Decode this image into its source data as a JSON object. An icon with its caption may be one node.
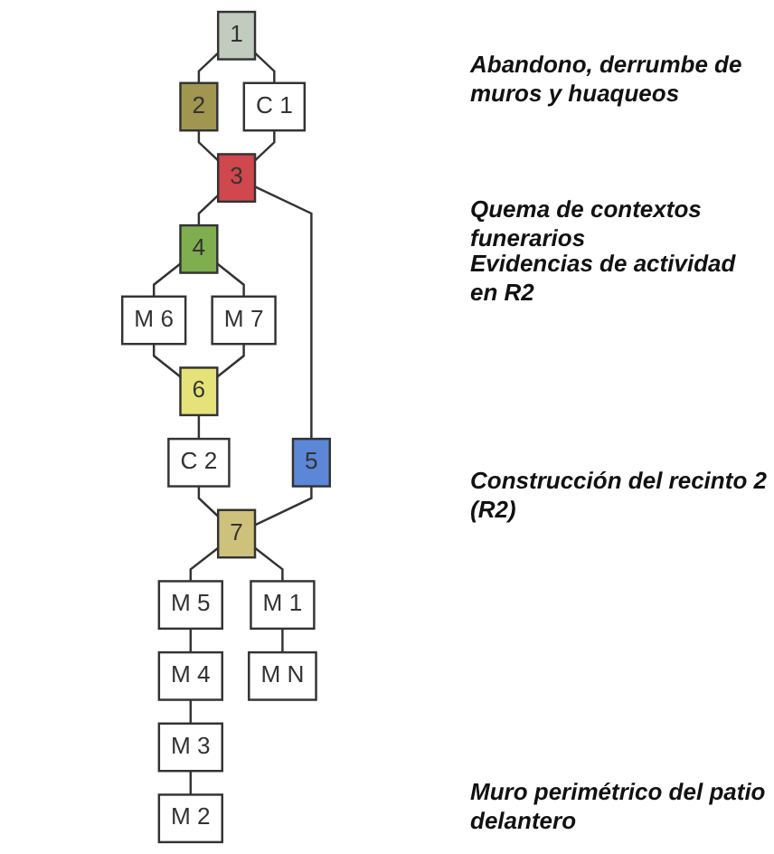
{
  "diagram": {
    "nodes": [
      {
        "text": [
          "1"
        ]
      },
      {
        "text": [
          "C 1"
        ]
      },
      {
        "text": [
          "2"
        ]
      },
      {
        "text": [
          "3"
        ]
      },
      {
        "text": [
          "4"
        ]
      },
      {
        "text": [
          "5"
        ]
      },
      {
        "text": [
          "M 6"
        ]
      },
      {
        "text": [
          "M 7"
        ]
      },
      {
        "text": [
          "6"
        ]
      },
      {
        "text": [
          "C 2"
        ]
      },
      {
        "text": [
          "7"
        ]
      },
      {
        "text": [
          "M 5"
        ]
      },
      {
        "text": [
          "M 4"
        ]
      },
      {
        "text": [
          "M 3"
        ]
      },
      {
        "text": [
          "M 2"
        ]
      },
      {
        "text": [
          "M 1"
        ]
      },
      {
        "text": [
          "M N"
        ]
      }
    ],
    "edges": [
      {
        "from": 0,
        "to": 1,
        "arrow": "none"
      },
      {
        "from": 0,
        "to": 2,
        "arrow": "none"
      },
      {
        "from": 2,
        "to": 3,
        "arrow": "none"
      },
      {
        "from": 1,
        "to": 3,
        "arrow": "none"
      },
      {
        "from": 3,
        "to": 4,
        "arrow": "none"
      },
      {
        "from": 3,
        "to": 5,
        "arrow": "none"
      },
      {
        "from": 4,
        "to": 6,
        "arrow": "none"
      },
      {
        "from": 4,
        "to": 7,
        "arrow": "none"
      },
      {
        "from": 6,
        "to": 8,
        "arrow": "none"
      },
      {
        "from": 7,
        "to": 8,
        "arrow": "none"
      },
      {
        "from": 8,
        "to": 9,
        "arrow": "none"
      },
      {
        "from": 9,
        "to": 10,
        "arrow": "none"
      },
      {
        "from": 5,
        "to": 10,
        "arrow": "none"
      },
      {
        "from": 10,
        "to": 11,
        "arrow": "none"
      },
      {
        "from": 10,
        "to": 15,
        "arrow": "none"
      },
      {
        "from": 11,
        "to": 12,
        "arrow": "none"
      },
      {
        "from": 12,
        "to": 13,
        "arrow": "none"
      },
      {
        "from": 13,
        "to": 14,
        "arrow": "none"
      },
      {
        "from": 15,
        "to": 16,
        "arrow": "none"
      }
    ],
    "labels": [
      "Abandono, derrumbe de muros y huaqueos",
      "Quema de contextos funerarios",
      "Evidencias de actividad en R2",
      "Construcción del recinto 2 (R2)",
      "Muro perimétrico del patio delantero"
    ]
  }
}
